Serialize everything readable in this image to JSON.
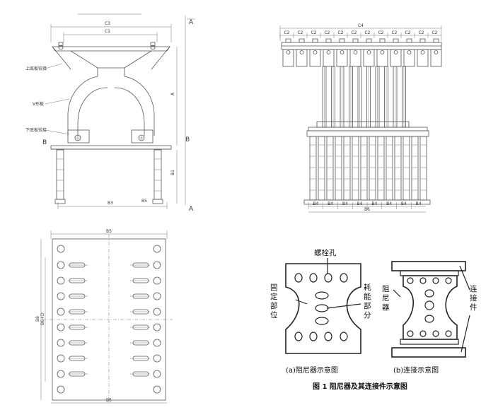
{
  "damper_front": {
    "dim_top": "C3",
    "dim_inner": "C1",
    "dim_height": "A",
    "dim_lower": "B1",
    "dim_bottom": "B3",
    "dim_side": "B5",
    "section_top": "A",
    "section_bottom": "A",
    "section_left": "B",
    "section_right": "B",
    "label_upper_plate": "上底板铰接",
    "label_v_plate": "V形板",
    "label_lower_plate": "下底板铰接"
  },
  "damper_side": {
    "dim_top": "C4",
    "dim_cells": [
      "C2",
      "C2",
      "C2",
      "C2",
      "C2",
      "C2",
      "C2",
      "C2",
      "C2",
      "C2",
      "C2",
      "C2"
    ],
    "dim_bottom": "B6",
    "dim_bottom_cells": [
      "B4",
      "B4",
      "B4",
      "B4",
      "B4",
      "B4",
      "B4",
      "B4"
    ]
  },
  "plan_view": {
    "dim_top": "B5",
    "dim_bottom": "B5",
    "dim_left_outer": "B8",
    "dim_left_inner": "B6+D"
  },
  "schematic": {
    "label_bolt_hole": "螺栓孔",
    "label_fixed_part": "固定部位",
    "label_energy_part": "耗能部分",
    "label_damper": "阻尼器",
    "label_connector": "连接件",
    "caption_a": "(a)阻尼器示意图",
    "caption_b": "(b)连接示意图",
    "figure_title": "图 1   阻尼器及其连接件示意图"
  }
}
